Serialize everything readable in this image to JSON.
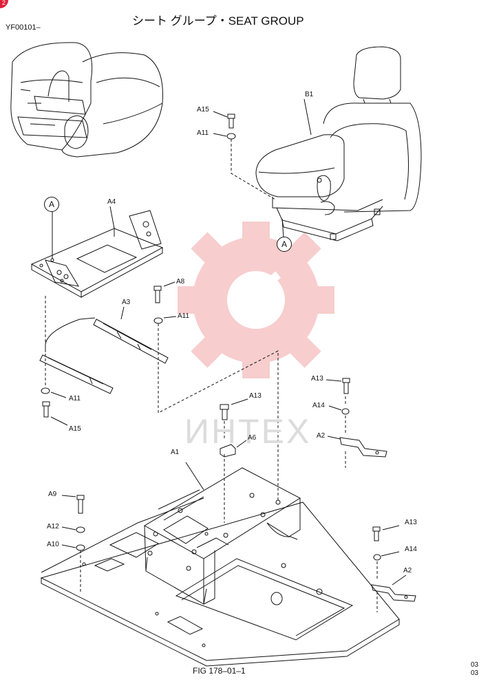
{
  "page": {
    "title": "シート グループ・SEAT GROUP",
    "serial": "YF00101–",
    "figure": "FIG 178–01–1",
    "revision_top": "03",
    "revision_bottom": "03",
    "corner_badge": "2"
  },
  "watermark": {
    "text": "ИНТЕХ",
    "color": "#f2a6a6"
  },
  "callouts": {
    "a_left": "A",
    "a_right": "A"
  },
  "parts": {
    "b1": "B1",
    "a15_top": "A15",
    "a11_top": "A11",
    "a4": "A4",
    "a8": "A8",
    "a3": "A3",
    "a11_mid": "A11",
    "a11_left": "A11",
    "a15_left": "A15",
    "a13_right_top": "A13",
    "a14_right_top": "A14",
    "a2_top": "A2",
    "a13_center": "A13",
    "a6": "A6",
    "a1": "A1",
    "a9": "A9",
    "a12": "A12",
    "a10": "A10",
    "a13_right_bottom": "A13",
    "a14_right_bottom": "A14",
    "a2_bottom": "A2"
  }
}
